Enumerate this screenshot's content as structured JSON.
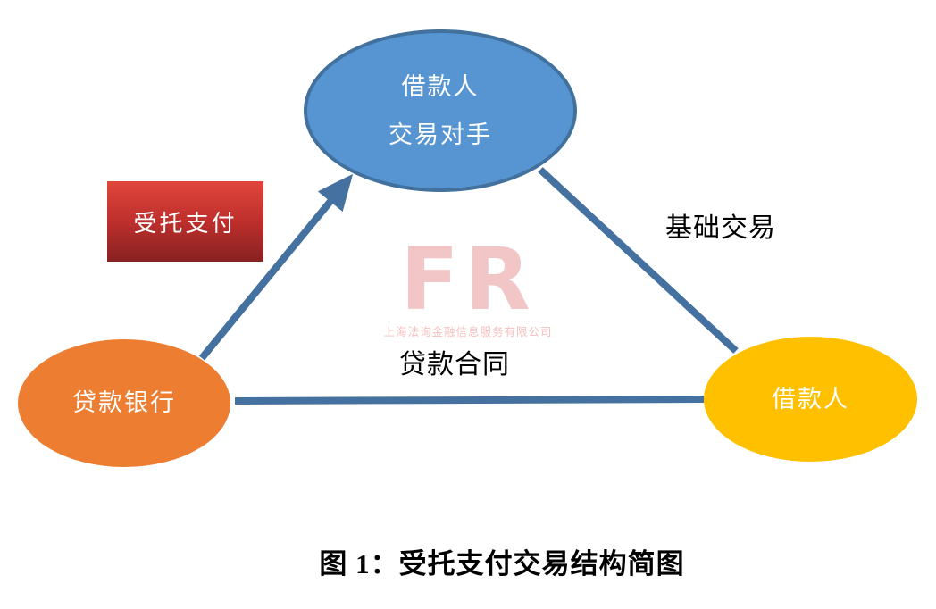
{
  "colors": {
    "connector": "#44719F",
    "top_ellipse_fill": "#5795D2",
    "top_ellipse_border": "#41719C",
    "left_ellipse_fill": "#ED7D31",
    "right_ellipse_fill": "#FFC000",
    "red_box_top": "#E0463C",
    "red_box_mid": "#BE2F2C",
    "red_box_bottom": "#872121",
    "node_text": "#FFFFFF",
    "edge_label_text": "#000000",
    "watermark_logo": "#F2C6C6",
    "watermark_text": "#F5BFBF"
  },
  "nodes": {
    "counterparty": {
      "line1": "借款人",
      "line2": "交易对手"
    },
    "bank": {
      "label": "贷款银行"
    },
    "borrower": {
      "label": "借款人"
    }
  },
  "badge": {
    "entrusted_payment": "受托支付"
  },
  "edge_labels": {
    "basic_transaction": "基础交易",
    "loan_contract": "贷款合同"
  },
  "watermark": {
    "logo": "FR",
    "company": "上海法询金融信息服务有限公司"
  },
  "caption": "图 1：受托支付交易结构简图"
}
